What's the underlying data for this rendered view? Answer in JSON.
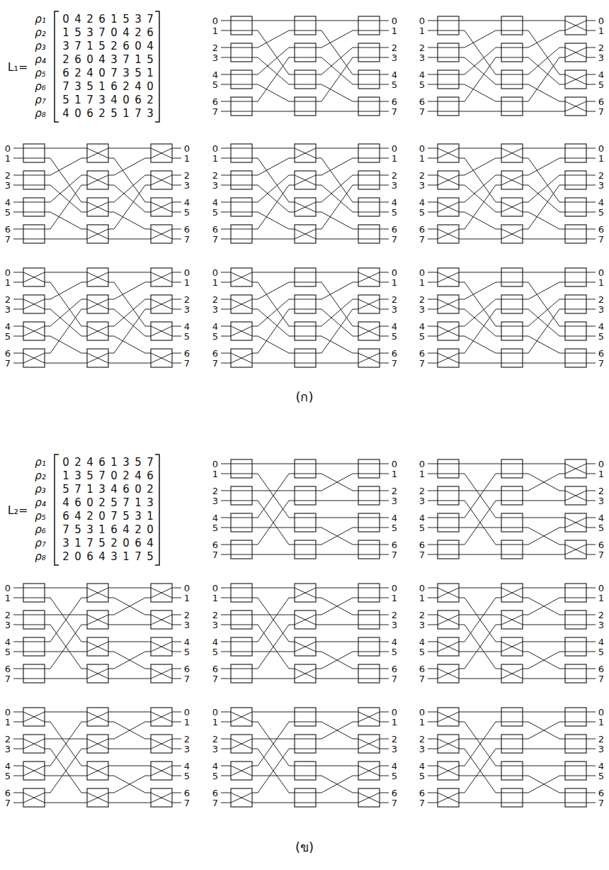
{
  "diagram": {
    "labels": [
      "L₁=",
      "ρ₁",
      "0",
      "4",
      "2",
      "6",
      "1",
      "5",
      "3",
      "7",
      "ρ₂",
      "1",
      "5",
      "3",
      "7",
      "0",
      "4",
      "2",
      "6",
      "ρ₃",
      "3",
      "7",
      "1",
      "5",
      "2",
      "6",
      "0",
      "4",
      "ρ₄",
      "2",
      "6",
      "0",
      "4",
      "3",
      "7",
      "1",
      "5",
      "ρ₅",
      "6",
      "2",
      "4",
      "0",
      "7",
      "3",
      "5",
      "1",
      "ρ₆",
      "7",
      "3",
      "5",
      "1",
      "6",
      "2",
      "4",
      "0",
      "ρ₇",
      "5",
      "1",
      "7",
      "3",
      "4",
      "0",
      "6",
      "2",
      "ρ₈",
      "4",
      "0",
      "6",
      "2",
      "5",
      "1",
      "7",
      "3",
      "0",
      "1",
      "2",
      "3",
      "4",
      "5",
      "6",
      "7",
      "0",
      "1",
      "2",
      "3",
      "4",
      "5",
      "6",
      "7",
      "0",
      "1",
      "2",
      "3",
      "4",
      "5",
      "6",
      "7",
      "0",
      "1",
      "2",
      "3",
      "4",
      "5",
      "6",
      "7",
      "0",
      "1",
      "2",
      "3",
      "4",
      "5",
      "6",
      "7",
      "0",
      "1",
      "2",
      "3",
      "4",
      "5",
      "6",
      "7",
      "0",
      "1",
      "2",
      "3",
      "4",
      "5",
      "6",
      "7",
      "0",
      "1",
      "2",
      "3",
      "4",
      "5",
      "6",
      "7",
      "0",
      "1",
      "2",
      "3",
      "4",
      "5",
      "6",
      "7",
      "0",
      "1",
      "2",
      "3",
      "4",
      "5",
      "6",
      "7",
      "0",
      "1",
      "2",
      "3",
      "4",
      "5",
      "6",
      "7",
      "0",
      "1",
      "2",
      "3",
      "4",
      "5",
      "6",
      "7",
      "0",
      "1",
      "2",
      "3",
      "4",
      "5",
      "6",
      "7",
      "0",
      "1",
      "2",
      "3",
      "4",
      "5",
      "6",
      "7",
      "0",
      "1",
      "2",
      "3",
      "4",
      "5",
      "6",
      "7",
      "0",
      "1",
      "2",
      "3",
      "4",
      "5",
      "6",
      "7",
      "(ก)",
      "L₂=",
      "ρ₁",
      "0",
      "2",
      "4",
      "6",
      "1",
      "3",
      "5",
      "7",
      "ρ₂",
      "1",
      "3",
      "5",
      "7",
      "0",
      "2",
      "4",
      "6",
      "ρ₃",
      "5",
      "7",
      "1",
      "3",
      "4",
      "6",
      "0",
      "2",
      "ρ₄",
      "4",
      "6",
      "0",
      "2",
      "5",
      "7",
      "1",
      "3",
      "ρ₅",
      "6",
      "4",
      "2",
      "0",
      "7",
      "5",
      "3",
      "1",
      "ρ₆",
      "7",
      "5",
      "3",
      "1",
      "6",
      "4",
      "2",
      "0",
      "ρ₇",
      "3",
      "1",
      "7",
      "5",
      "2",
      "0",
      "6",
      "4",
      "ρ₈",
      "2",
      "0",
      "6",
      "4",
      "3",
      "1",
      "7",
      "5",
      "0",
      "1",
      "2",
      "3",
      "4",
      "5",
      "6",
      "7",
      "0",
      "1",
      "2",
      "3",
      "4",
      "5",
      "6",
      "7",
      "0",
      "1",
      "2",
      "3",
      "4",
      "5",
      "6",
      "7",
      "0",
      "1",
      "2",
      "3",
      "4",
      "5",
      "6",
      "7",
      "0",
      "1",
      "2",
      "3",
      "4",
      "5",
      "6",
      "7",
      "0",
      "1",
      "2",
      "3",
      "4",
      "5",
      "6",
      "7",
      "0",
      "1",
      "2",
      "3",
      "4",
      "5",
      "6",
      "7",
      "0",
      "1",
      "2",
      "3",
      "4",
      "5",
      "6",
      "7",
      "0",
      "1",
      "2",
      "3",
      "4",
      "5",
      "6",
      "7",
      "0",
      "1",
      "2",
      "3",
      "4",
      "5",
      "6",
      "7",
      "0",
      "1",
      "2",
      "3",
      "4",
      "5",
      "6",
      "7",
      "0",
      "1",
      "2",
      "3",
      "4",
      "5",
      "6",
      "7",
      "0",
      "1",
      "2",
      "3",
      "4",
      "5",
      "6",
      "7",
      "0",
      "1",
      "2",
      "3",
      "4",
      "5",
      "6",
      "7",
      "0",
      "1",
      "2",
      "3",
      "4",
      "5",
      "6",
      "7",
      "0",
      "1",
      "2",
      "3",
      "4",
      "5",
      "6",
      "7",
      "(ข)"
    ]
  }
}
